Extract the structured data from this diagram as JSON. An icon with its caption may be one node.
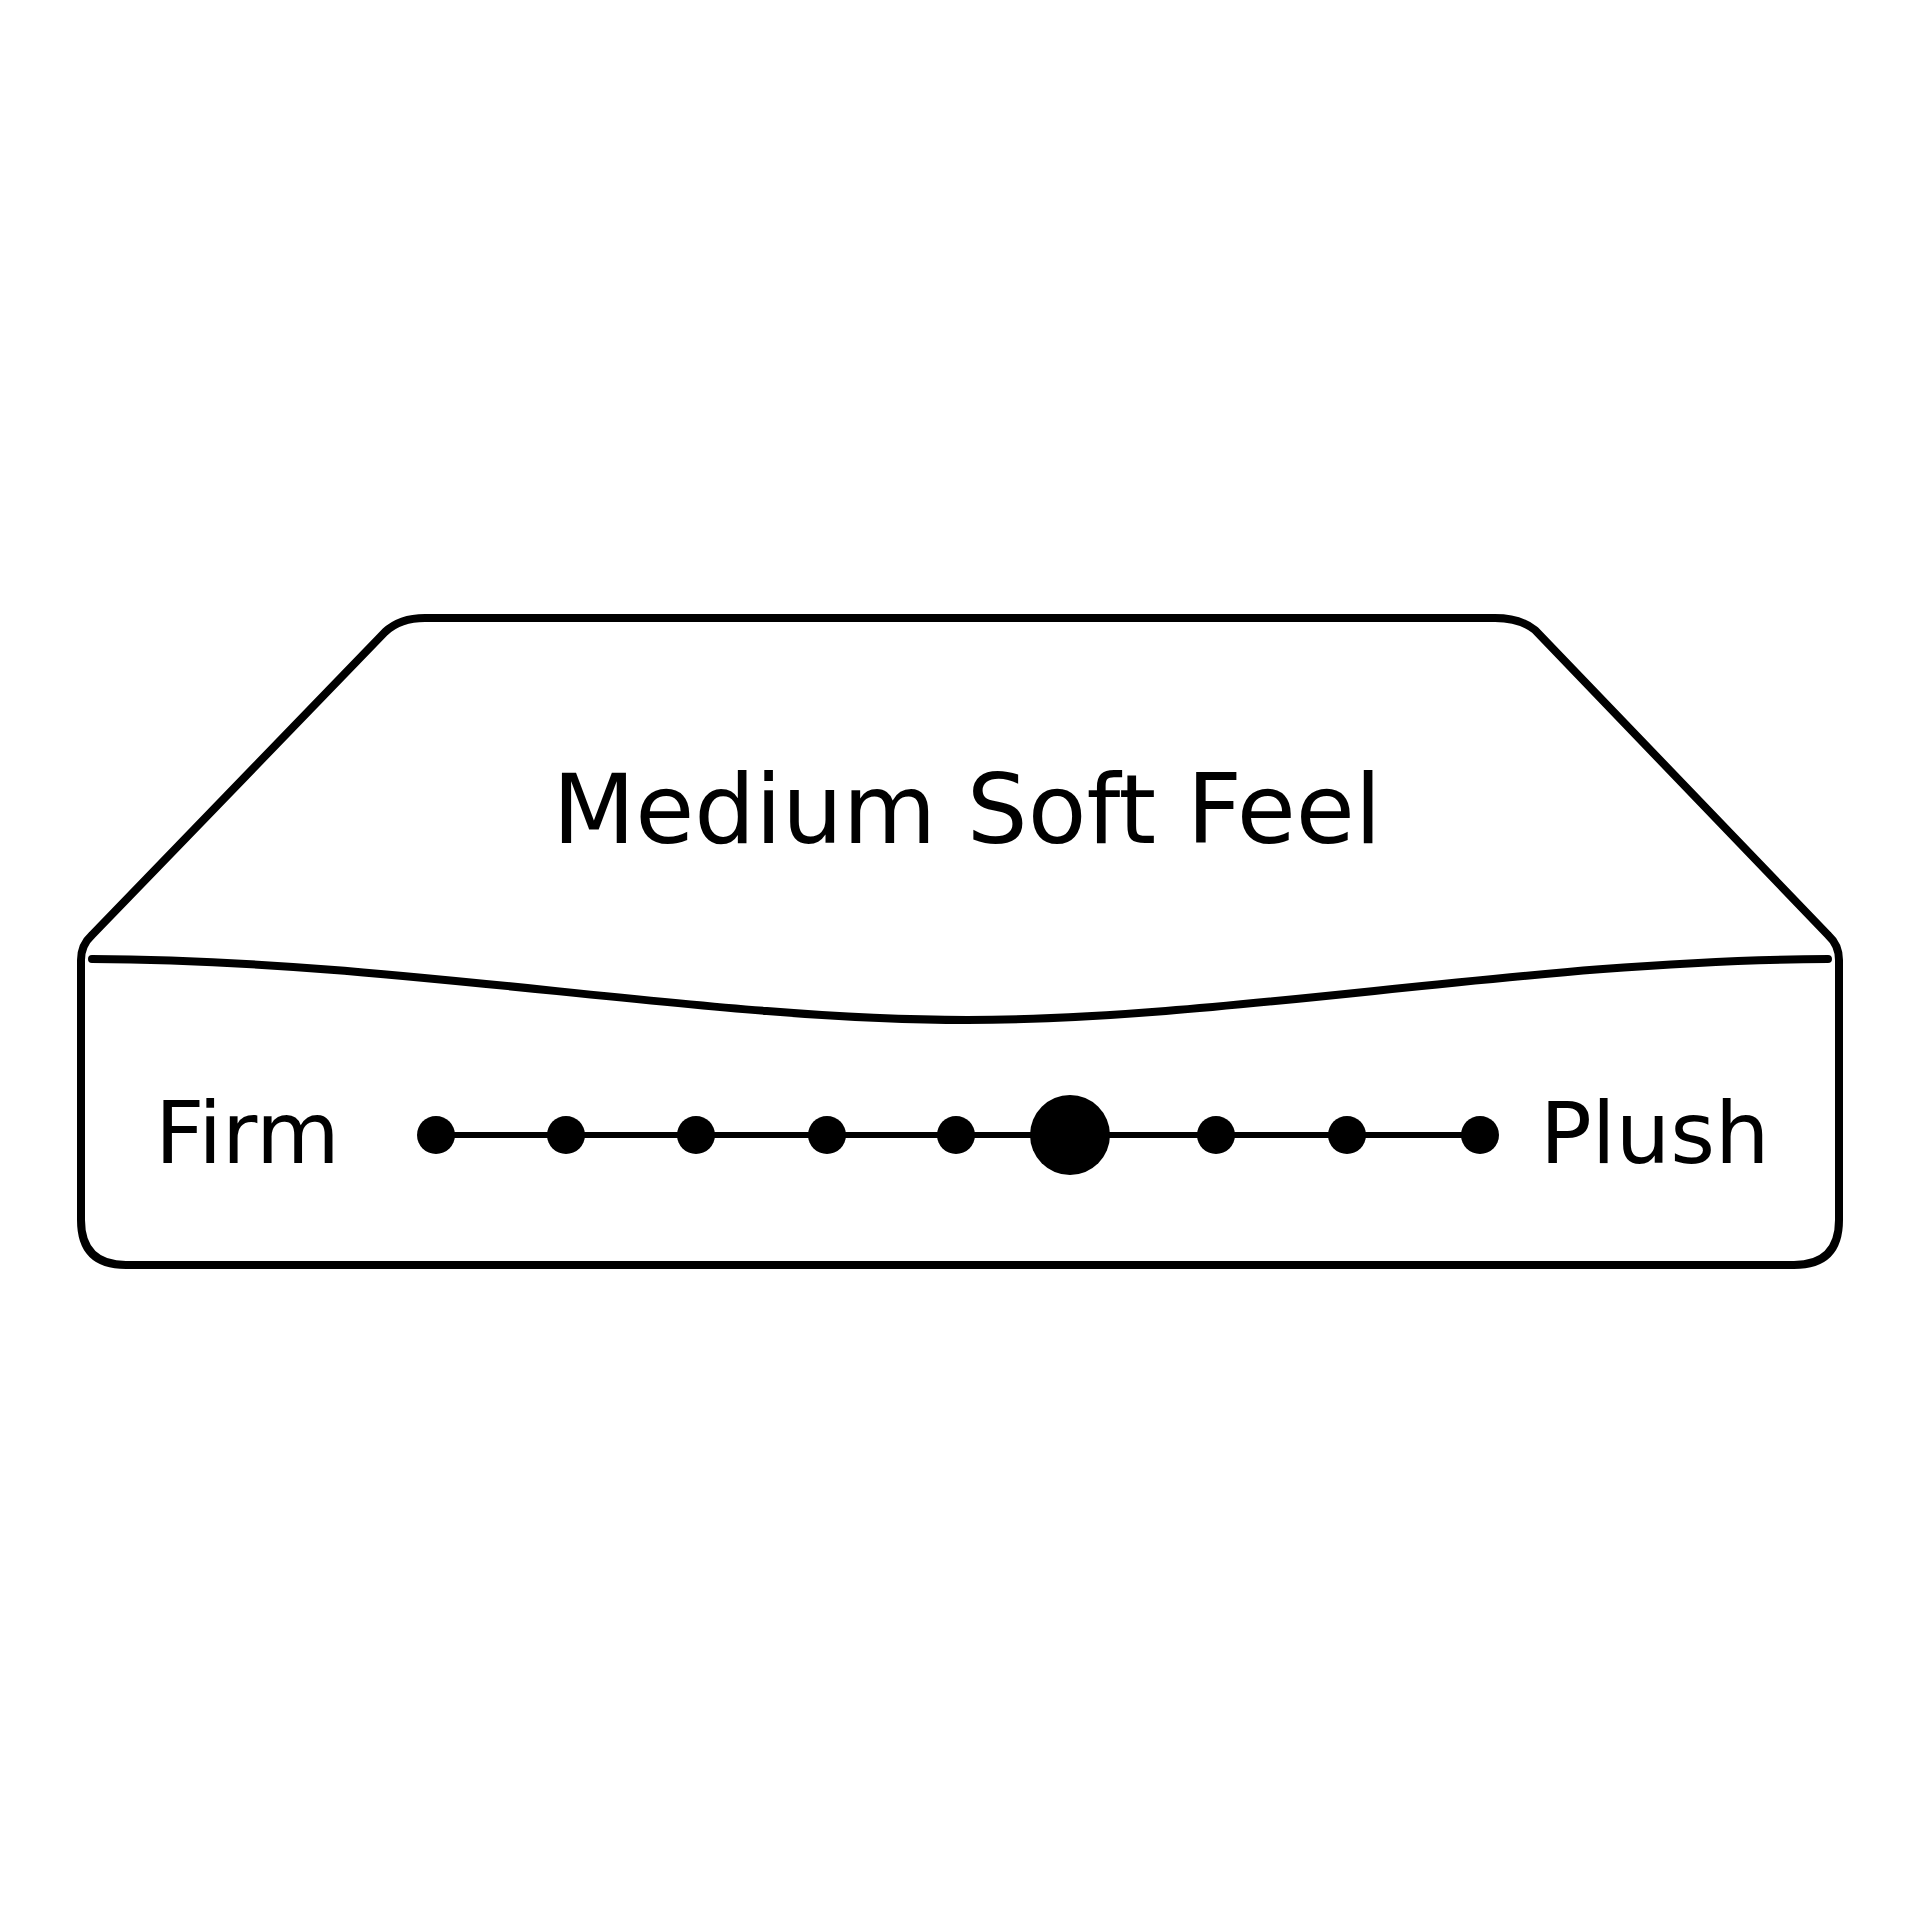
{
  "diagram": {
    "nodes": [
      {
        "text": [
          "Medium Soft Feel",
          "Firm",
          "Plush"
        ]
      }
    ]
  }
}
